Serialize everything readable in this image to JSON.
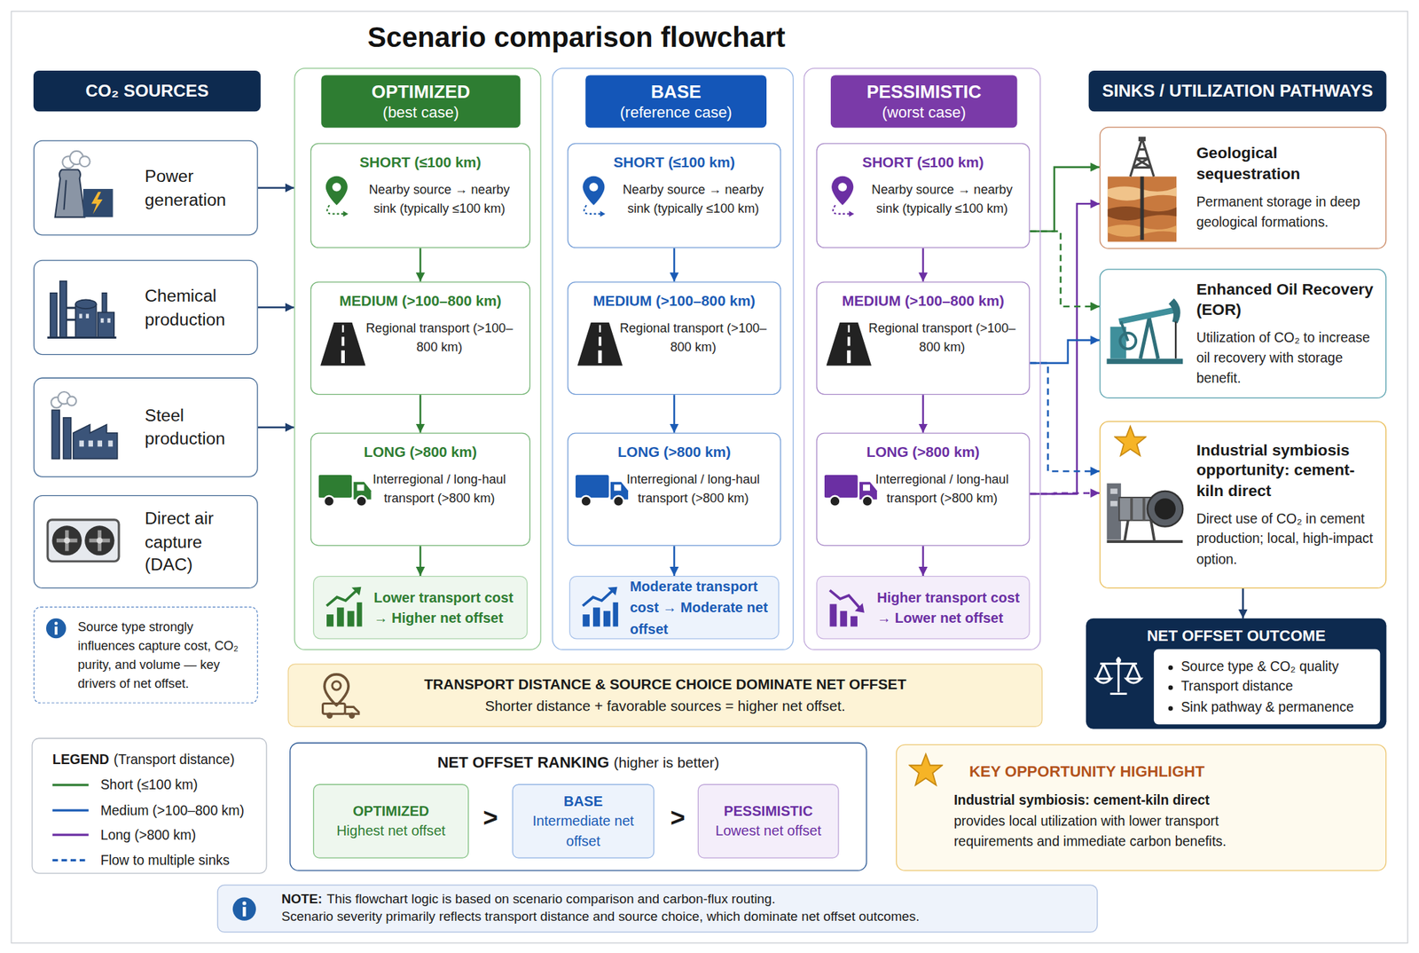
{
  "diagram": {
    "title": "Scenario comparison flowchart",
    "nodes": [
      {
        "text": [
          "CO₂ SOURCES"
        ]
      },
      {
        "text": [
          "Power generation"
        ]
      },
      {
        "text": [
          "Chemical production"
        ]
      },
      {
        "text": [
          "Steel production"
        ]
      },
      {
        "text": [
          "Direct air capture (DAC)"
        ]
      },
      {
        "text": [
          "Source type strongly influences capture cost, CO₂ purity, and volume — key drivers of net offset."
        ]
      },
      {
        "text": [
          "OPTIMIZED",
          "(best case)"
        ]
      },
      {
        "text": [
          "SHORT (≤100 km)",
          "Nearby source → nearby sink (typically ≤100 km)"
        ],
        "in": 6
      },
      {
        "text": [
          "MEDIUM (>100–800 km)",
          "Regional transport (>100–800 km)"
        ],
        "in": 6
      },
      {
        "text": [
          "LONG (>800 km)",
          "Interregional / long-haul transport (>800 km)"
        ],
        "in": 6
      },
      {
        "text": [
          "Lower transport cost → Higher net offset"
        ],
        "in": 6
      },
      {
        "text": [
          "BASE",
          "(reference case)"
        ]
      },
      {
        "text": [
          "SHORT (≤100 km)",
          "Nearby source → nearby sink (typically ≤100 km)"
        ],
        "in": 11
      },
      {
        "text": [
          "MEDIUM (>100–800 km)",
          "Regional transport (>100–800 km)"
        ],
        "in": 11
      },
      {
        "text": [
          "LONG (>800 km)",
          "Interregional / long-haul transport (>800 km)"
        ],
        "in": 11
      },
      {
        "text": [
          "Moderate transport cost → Moderate net offset"
        ],
        "in": 11
      },
      {
        "text": [
          "PESSIMISTIC",
          "(worst case)"
        ]
      },
      {
        "text": [
          "SHORT (≤100 km)",
          "Nearby source → nearby sink (typically ≤100 km)"
        ],
        "in": 16
      },
      {
        "text": [
          "MEDIUM (>100–800 km)",
          "Regional transport (>100–800 km)"
        ],
        "in": 16
      },
      {
        "text": [
          "LONG (>800 km)",
          "Interregional / long-haul transport (>800 km)"
        ],
        "in": 16
      },
      {
        "text": [
          "Higher transport cost → Lower net offset"
        ],
        "in": 16
      },
      {
        "text": [
          "SINKS / UTILIZATION PATHWAYS"
        ]
      },
      {
        "text": [
          "Geological sequestration",
          "Permanent storage in deep geological formations."
        ]
      },
      {
        "text": [
          "Enhanced Oil Recovery (EOR)",
          "Utilization of CO₂ to increase oil recovery with storage benefit."
        ]
      },
      {
        "text": [
          "Industrial symbiosis opportunity: cement-kiln direct",
          "Direct use of CO₂ in cement production; local, high-impact option."
        ]
      },
      {
        "text": [
          "NET OFFSET OUTCOME"
        ]
      },
      {
        "text": [
          "Source type & CO₂ quality",
          "Transport distance",
          "Sink pathway & permanence"
        ],
        "in": 25
      },
      {
        "text": [
          "TRANSPORT DISTANCE & SOURCE CHOICE DOMINATE NET OFFSET",
          "Shorter distance + favorable sources = higher net offset."
        ]
      },
      {
        "text": [
          "LEGEND",
          "(Transport distance)"
        ]
      },
      {
        "text": [
          "NET OFFSET RANKING",
          "(higher is better)"
        ]
      },
      {
        "text": [
          "OPTIMIZED",
          "Highest net offset"
        ],
        "in": 29
      },
      {
        "text": [
          "BASE",
          "Intermediate net offset"
        ],
        "in": 29
      },
      {
        "text": [
          "PESSIMISTIC",
          "Lowest net offset"
        ],
        "in": 29
      },
      {
        "text": [
          "KEY OPPORTUNITY HIGHLIGHT",
          "Industrial symbiosis: cement-kiln direct",
          "provides local utilization with lower transport requirements and immediate carbon benefits."
        ]
      },
      {
        "text": [
          "NOTE:",
          "This flowchart logic is based on scenario comparison and carbon-flux routing.",
          "Scenario severity primarily reflects transport distance and source choice, which dominate net offset outcomes."
        ]
      }
    ],
    "edges": [
      {
        "from": 1,
        "to": 6,
        "arrow": "to"
      },
      {
        "from": 2,
        "to": 6,
        "arrow": "to"
      },
      {
        "from": 3,
        "to": 6,
        "arrow": "to"
      },
      {
        "from": 7,
        "to": 8,
        "arrow": "to"
      },
      {
        "from": 8,
        "to": 9,
        "arrow": "to"
      },
      {
        "from": 9,
        "to": 10,
        "arrow": "to"
      },
      {
        "from": 12,
        "to": 13,
        "arrow": "to"
      },
      {
        "from": 13,
        "to": 14,
        "arrow": "to"
      },
      {
        "from": 14,
        "to": 15,
        "arrow": "to"
      },
      {
        "from": 17,
        "to": 18,
        "arrow": "to"
      },
      {
        "from": 18,
        "to": 19,
        "arrow": "to"
      },
      {
        "from": 19,
        "to": 20,
        "arrow": "to"
      },
      {
        "from": 17,
        "to": 22,
        "arrow": "to"
      },
      {
        "from": 19,
        "to": 22,
        "arrow": "to"
      },
      {
        "from": 17,
        "to": 23,
        "arrow": "to"
      },
      {
        "from": 18,
        "to": 23,
        "arrow": "to"
      },
      {
        "from": 18,
        "to": 24,
        "arrow": "to"
      },
      {
        "from": 19,
        "to": 24,
        "arrow": "to"
      },
      {
        "from": 24,
        "to": 25,
        "arrow": "to"
      }
    ],
    "labels": [
      ">",
      ">"
    ],
    "legend": [
      {
        "text": "Short (≤100 km)"
      },
      {
        "text": "Medium (>100–800 km)"
      },
      {
        "text": "Long (>800 km)"
      },
      {
        "text": "Flow to multiple sinks"
      }
    ]
  }
}
